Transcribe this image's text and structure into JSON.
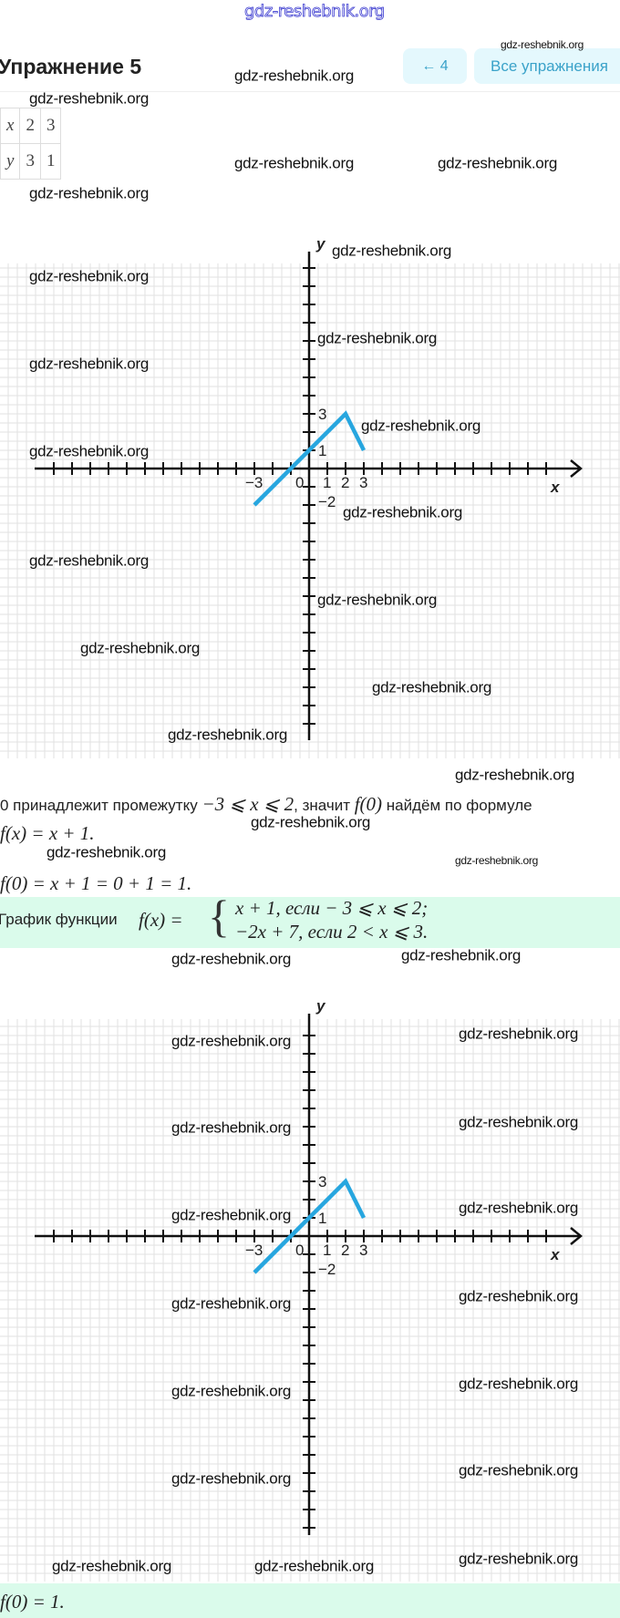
{
  "header": {
    "title": "Упражнение 5",
    "prev_button": "← 4",
    "all_exercises_button": "Все упражнения"
  },
  "table": {
    "rows": [
      {
        "label": "x",
        "values": [
          "2",
          "3"
        ]
      },
      {
        "label": "y",
        "values": [
          "3",
          "1"
        ]
      }
    ]
  },
  "solution": {
    "line1_a": "0 принадлежит промежутку",
    "line1_math": "−3 ⩽ x ⩽ 2",
    "line1_b": ", значит",
    "line1_math2": "f(0)",
    "line1_c": "найдём по формуле",
    "line2": "f(x) = x + 1.",
    "line3": "f(0) = x + 1 = 0 + 1 = 1.",
    "graph_label": "График функции",
    "graph_fx": "f(x) =",
    "case1": "x + 1,  если  − 3 ⩽ x ⩽ 2;",
    "case2": "−2x + 7,  если 2 < x ⩽ 3.",
    "answer": "f(0) = 1."
  },
  "chart_data": [
    {
      "type": "line",
      "xlabel": "x",
      "ylabel": "y",
      "tick_labels": {
        "x": [
          "−3",
          "0",
          "1",
          "2",
          "3"
        ],
        "y": [
          "3",
          "1",
          "−2"
        ]
      },
      "series": [
        {
          "name": "f(x)",
          "points": [
            [
              -3,
              -2
            ],
            [
              2,
              3
            ],
            [
              3,
              1
            ]
          ]
        }
      ],
      "xlim": [
        -14,
        13
      ],
      "ylim": [
        -14,
        11
      ],
      "grid": true,
      "colors": {
        "line": "#27a6df",
        "axis": "#111111",
        "grid": "#e2e2e2"
      }
    },
    {
      "type": "line",
      "xlabel": "x",
      "ylabel": "y",
      "tick_labels": {
        "x": [
          "−3",
          "0",
          "1",
          "2",
          "3"
        ],
        "y": [
          "3",
          "1",
          "−2"
        ]
      },
      "series": [
        {
          "name": "f(x)",
          "points": [
            [
              -3,
              -2
            ],
            [
              2,
              3
            ],
            [
              3,
              1
            ]
          ]
        }
      ],
      "xlim": [
        -14,
        13
      ],
      "ylim": [
        -16,
        11
      ],
      "grid": true,
      "colors": {
        "line": "#27a6df",
        "axis": "#111111",
        "grid": "#e2e2e2"
      }
    }
  ],
  "watermark": "gdz-reshebnik.org"
}
